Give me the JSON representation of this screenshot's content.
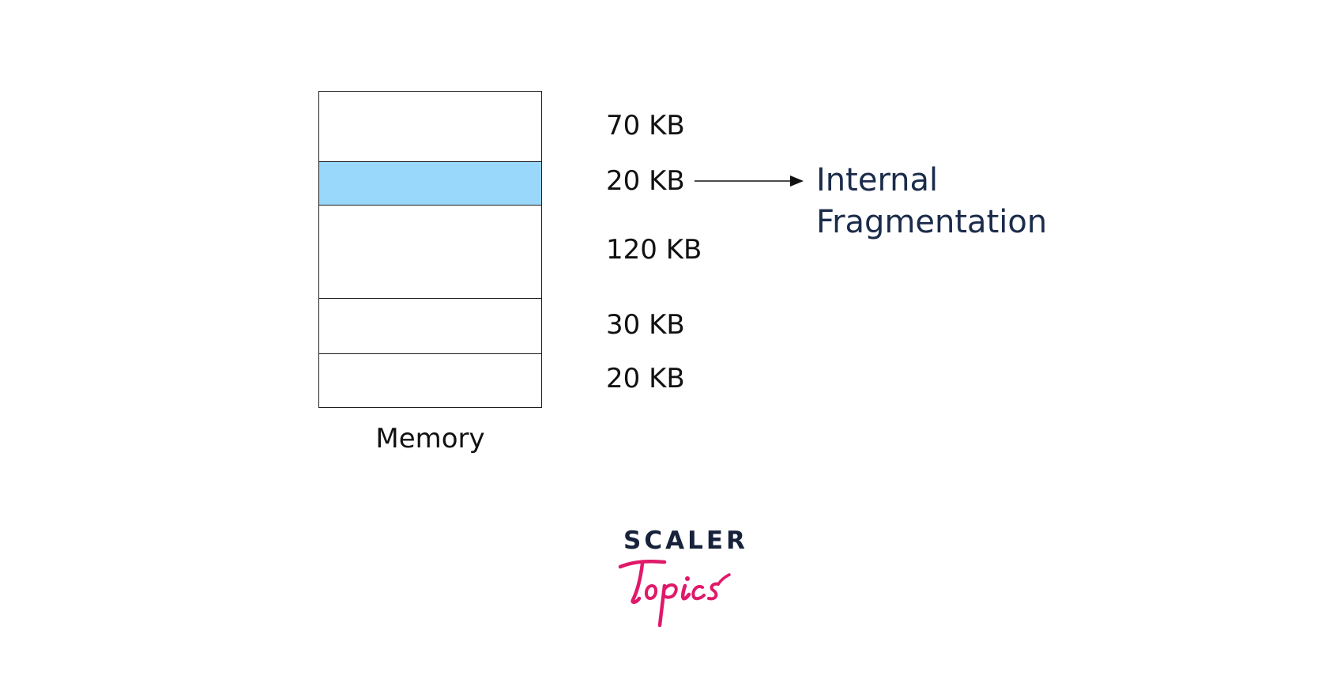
{
  "memory": {
    "label": "Memory",
    "blocks": [
      {
        "size": "70 KB",
        "highlighted": false
      },
      {
        "size": "20 KB",
        "highlighted": true
      },
      {
        "size": "120 KB",
        "highlighted": false
      },
      {
        "size": "30 KB",
        "highlighted": false
      },
      {
        "size": "20 KB",
        "highlighted": false
      }
    ]
  },
  "annotation": {
    "line1": "Internal",
    "line2": "Fragmentation"
  },
  "logo": {
    "top": "SCALER",
    "bottom": "Topics"
  },
  "colors": {
    "highlight": "#99d7fb",
    "border": "#1f1f1f",
    "annotation_text": "#1b2b4a",
    "logo_dark": "#17223b",
    "logo_pink": "#e0196a"
  }
}
